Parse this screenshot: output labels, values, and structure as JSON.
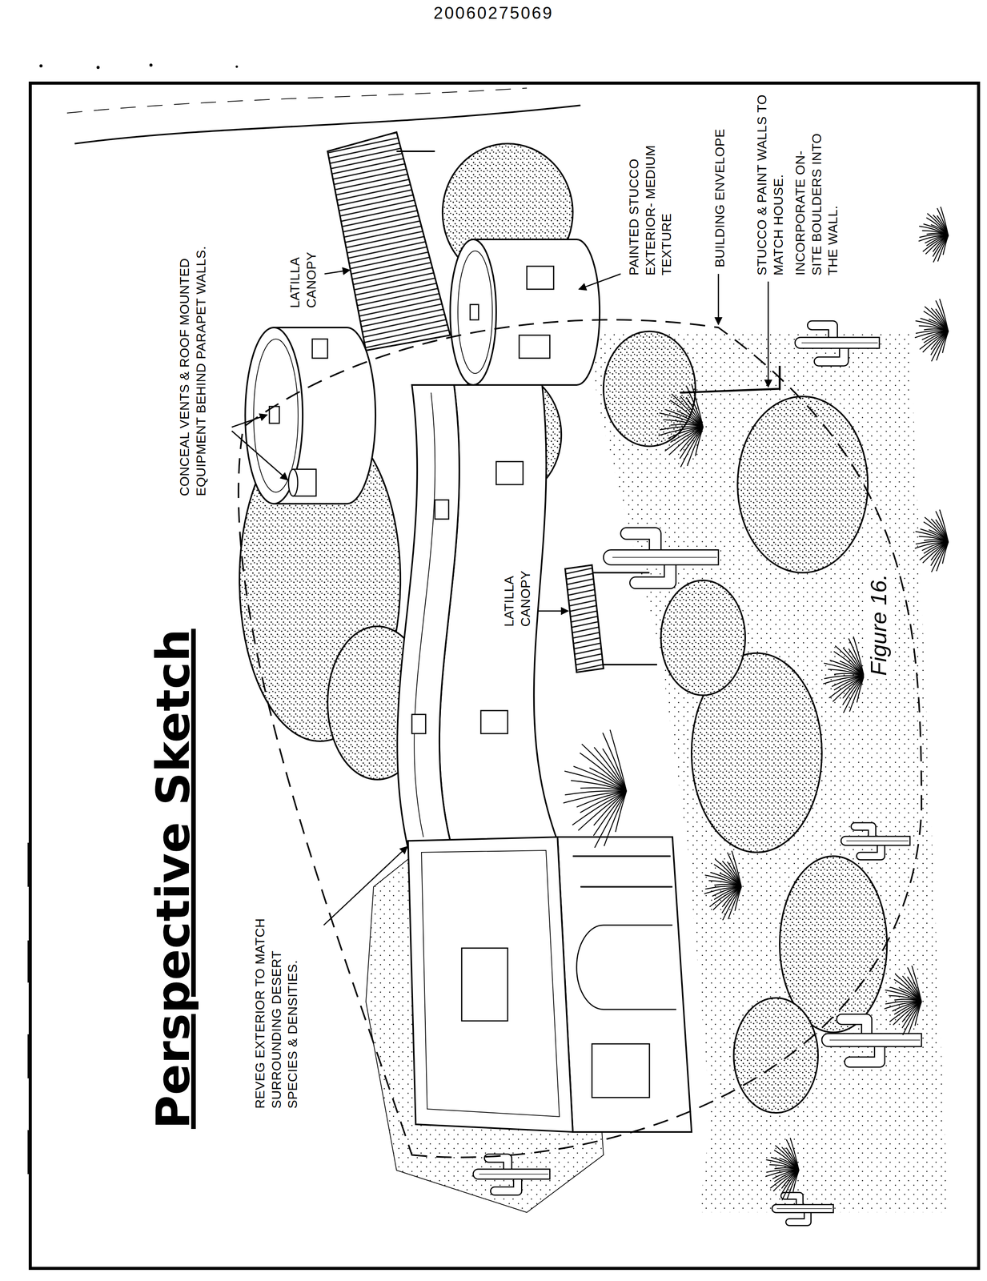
{
  "diagram": {
    "title": "Perspective Sketch",
    "caption": "Figure 16.",
    "labels": [
      "20060275069",
      "CONCEAL VENTS & ROOF MOUNTED EQUIPMENT BEHIND PARAPET WALLS.",
      "LATILLA CANOPY",
      "PAINTED STUCCO EXTERIOR- MEDIUM TEXTURE",
      "BUILDING ENVELOPE",
      "STUCCO & PAINT WALLS TO MATCH HOUSE.",
      "INCORPORATE ON-SITE BOULDERS INTO THE WALL.",
      "LATILLA CANOPY",
      "REVEG EXTERIOR TO MATCH SURROUNDING DESERT SPECIES & DENSITIES."
    ]
  }
}
